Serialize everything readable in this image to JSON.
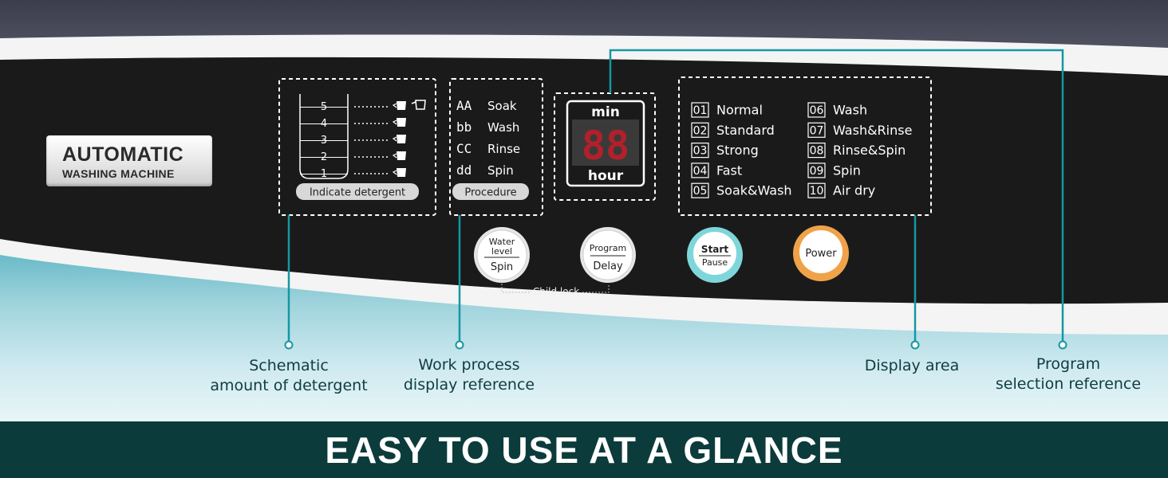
{
  "brand": {
    "line1": "AUTOMATIC",
    "line2": "WASHING MACHINE"
  },
  "detergent": {
    "levels": [
      "5",
      "4",
      "3",
      "2",
      "1"
    ],
    "label": "Indicate detergent"
  },
  "procedure": {
    "items": [
      {
        "code": "AA",
        "label": "Soak"
      },
      {
        "code": "bb",
        "label": "Wash"
      },
      {
        "code": "CC",
        "label": "Rinse"
      },
      {
        "code": "dd",
        "label": "Spin"
      }
    ],
    "label": "Procedure"
  },
  "display": {
    "top": "min",
    "digits": "88",
    "bottom": "hour"
  },
  "programs": {
    "left": [
      {
        "num": "01",
        "label": "Normal"
      },
      {
        "num": "02",
        "label": "Standard"
      },
      {
        "num": "03",
        "label": "Strong"
      },
      {
        "num": "04",
        "label": "Fast"
      },
      {
        "num": "05",
        "label": "Soak&Wash"
      }
    ],
    "right": [
      {
        "num": "06",
        "label": "Wash"
      },
      {
        "num": "07",
        "label": "Wash&Rinse"
      },
      {
        "num": "08",
        "label": "Rinse&Spin"
      },
      {
        "num": "09",
        "label": "Spin"
      },
      {
        "num": "10",
        "label": "Air dry"
      }
    ]
  },
  "buttons": {
    "water": {
      "top1": "Water",
      "top2": "level",
      "bottom": "Spin"
    },
    "program": {
      "top": "Program",
      "bottom": "Delay"
    },
    "start": {
      "top": "Start",
      "bottom": "Pause"
    },
    "power": {
      "label": "Power"
    },
    "child_lock": "Child lock"
  },
  "captions": {
    "detergent": {
      "line1": "Schematic",
      "line2": "amount of detergent"
    },
    "process": {
      "line1": "Work process",
      "line2": "display reference"
    },
    "display": {
      "line1": "Display area"
    },
    "program": {
      "line1": "Program",
      "line2": "selection reference"
    }
  },
  "footer": {
    "title": "EASY TO USE AT A GLANCE"
  },
  "colors": {
    "panel": "#1a1a1a",
    "callout": "#1597a3",
    "footer": "#0c3b3b",
    "led": "#b3202a",
    "start_ring": "#7fd6da",
    "power_ring": "#f0a24a"
  }
}
